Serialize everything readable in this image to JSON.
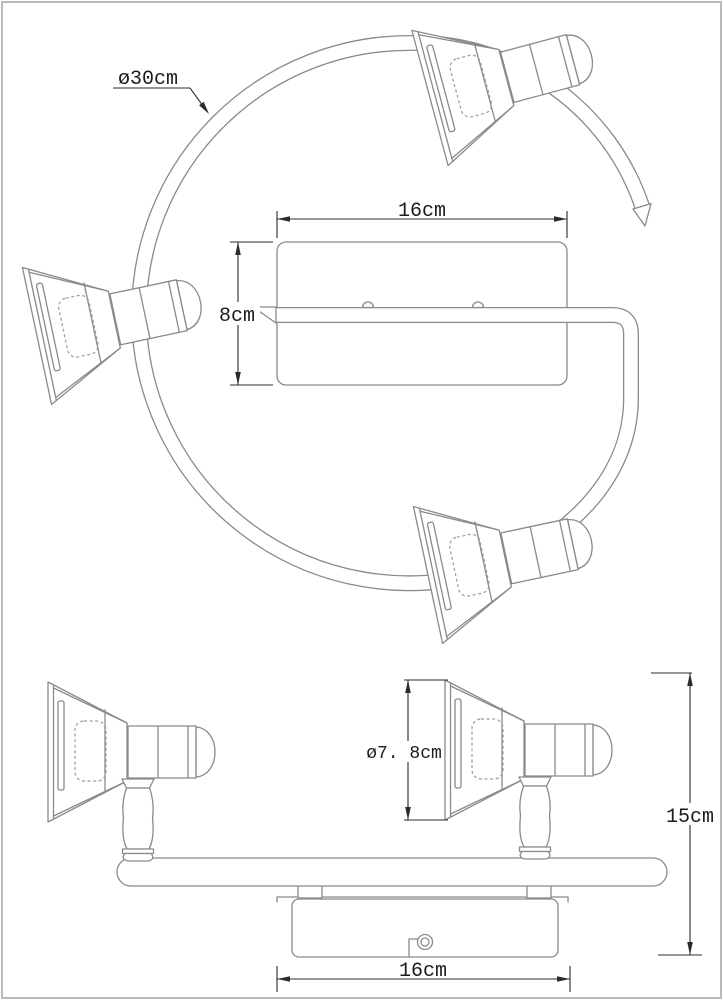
{
  "drawing": {
    "title": "ceiling-spotlight-dimension-drawing",
    "top_view": {
      "ring_diameter_label": "ø30cm",
      "plate_width_label": "16cm",
      "plate_height_label": "8cm"
    },
    "side_view": {
      "shade_diameter_label": "ø7. 8cm",
      "fixture_height_label": "15cm",
      "base_width_label": "16cm"
    },
    "colors": {
      "outline": "#8a8a8a",
      "dimension": "#2b2b2b",
      "background": "#ffffff",
      "frame": "#b9b9b9"
    }
  }
}
